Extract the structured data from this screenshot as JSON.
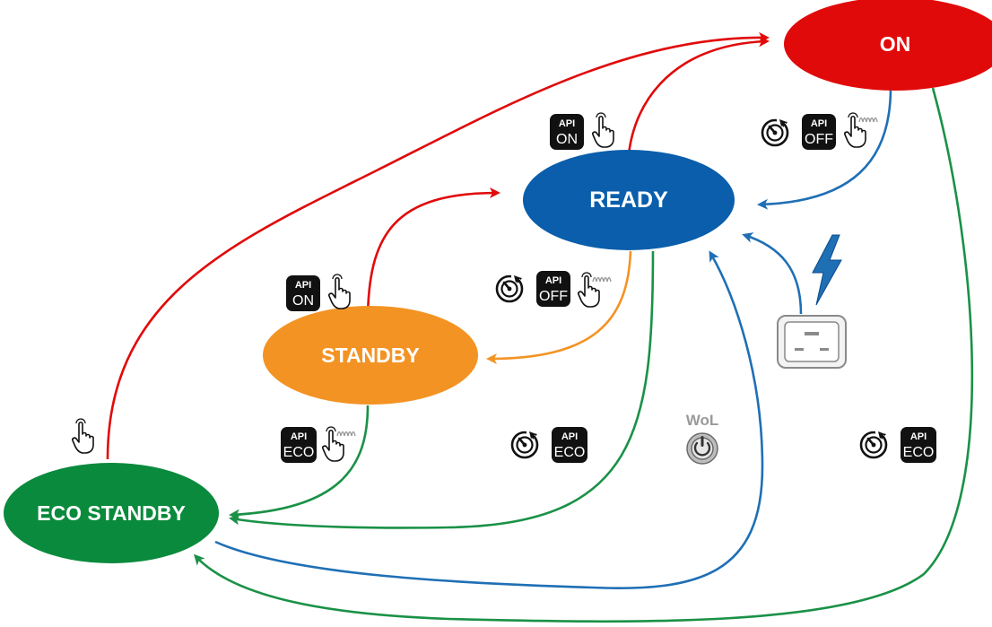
{
  "states": {
    "on": {
      "label": "ON",
      "color": "#e10a0a"
    },
    "ready": {
      "label": "READY",
      "color": "#0a5eab"
    },
    "standby": {
      "label": "STANDBY",
      "color": "#f39323"
    },
    "eco_standby": {
      "label": "ECO STANDBY",
      "color": "#0a8a3c"
    }
  },
  "transition_colors": {
    "to_on": "#e10a0a",
    "to_ready": "#1f6fb5",
    "to_standby": "#f39323",
    "to_eco": "#1a9147"
  },
  "badges": {
    "api_top": "API",
    "on": "ON",
    "off": "OFF",
    "eco": "ECO"
  },
  "wol_label": "WoL",
  "icons": [
    "finger-press-icon",
    "finger-long-press-icon",
    "timer-icon",
    "power-button-icon",
    "power-socket-icon",
    "lightning-icon"
  ]
}
